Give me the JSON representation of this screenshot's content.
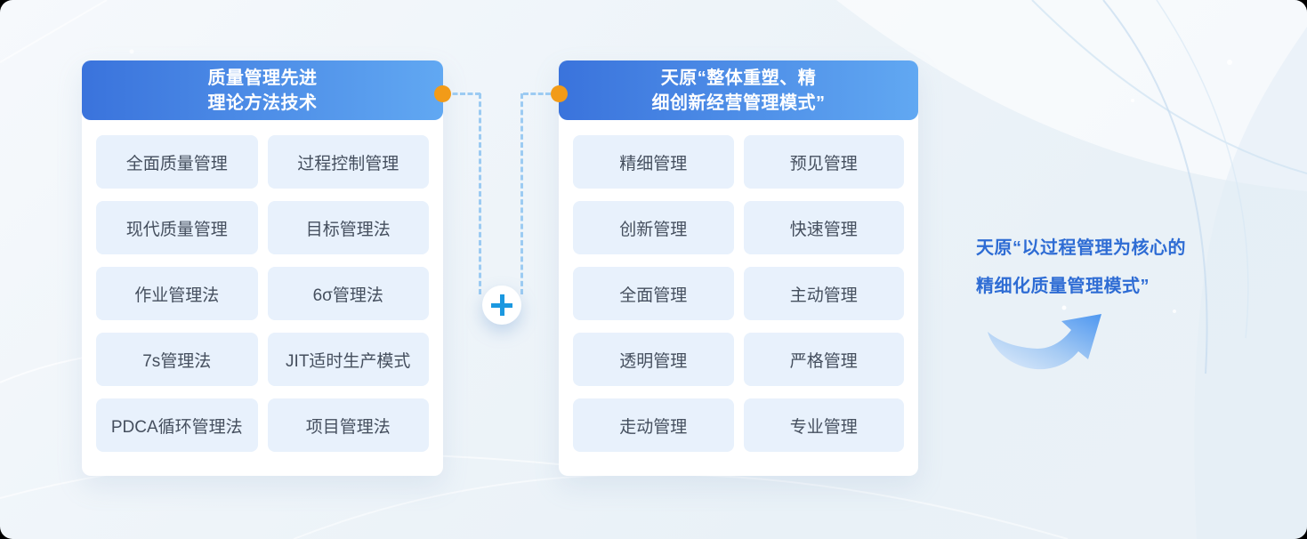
{
  "left_panel": {
    "header_line1": "质量管理先进",
    "header_line2": "理论方法技术",
    "items": [
      "全面质量管理",
      "过程控制管理",
      "现代质量管理",
      "目标管理法",
      "作业管理法",
      "6σ管理法",
      "7s管理法",
      "JIT适时生产模式",
      "PDCA循环管理法",
      "项目管理法"
    ]
  },
  "right_panel": {
    "header_line1": "天原“整体重塑、精",
    "header_line2": "细创新经营管理模式”",
    "items": [
      "精细管理",
      "预见管理",
      "创新管理",
      "快速管理",
      "全面管理",
      "主动管理",
      "透明管理",
      "严格管理",
      "走动管理",
      "专业管理"
    ]
  },
  "result": {
    "line1": "天原“以过程管理为核心的",
    "line2": "精细化质量管理模式”"
  },
  "icons": {
    "plus": "plus-icon",
    "arrow": "trend-up-arrow-icon",
    "connector_dot_left": "orange-dot",
    "connector_dot_right": "orange-dot"
  },
  "colors": {
    "header_gradient_start": "#3a73dc",
    "header_gradient_end": "#61a8f2",
    "cell_bg": "#e8f1fc",
    "cell_text": "#454f5e",
    "orange_dot": "#f29b18",
    "dashed_line": "#9ccbf2",
    "plus_blue": "#1b98e0",
    "result_text_blue": "#2e6cd4",
    "arrow_gradient_start": "#e3eefb",
    "arrow_gradient_end": "#4e97f0",
    "canvas_bg": "#edf3f9"
  }
}
